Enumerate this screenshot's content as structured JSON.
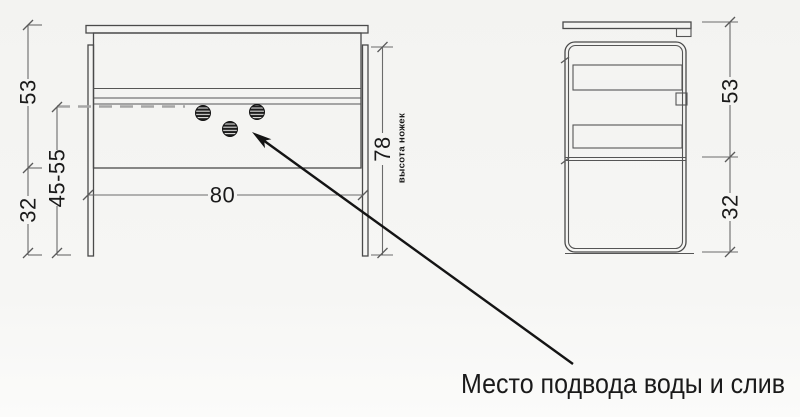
{
  "caption": "Место подвода воды и слив",
  "front_view": {
    "height_upper": "53",
    "supply_height_range": "45-55",
    "height_lower": "32",
    "width": "80",
    "leg_height": "78",
    "leg_height_note": "высота ножек"
  },
  "side_view": {
    "depth_upper": "53",
    "depth_lower": "32"
  },
  "colors": {
    "background": "#f5f5f2",
    "object_line": "#4a4a4a",
    "dimension_line": "#6b6b6b",
    "dashed_line": "#a6a6a6",
    "text": "#1a1a1a",
    "arrow": "#141414"
  }
}
